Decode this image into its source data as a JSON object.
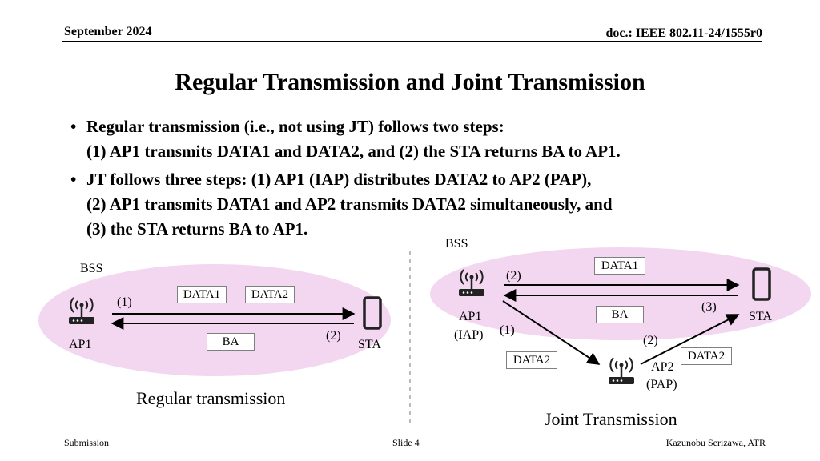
{
  "header": {
    "date": "September 2024",
    "doc": "doc.: IEEE 802.11-24/1555r0"
  },
  "title": "Regular Transmission and Joint Transmission",
  "bullets": [
    {
      "line1": "Regular transmission (i.e., not using JT) follows two steps:",
      "line2": "(1) AP1 transmits DATA1 and DATA2, and (2) the STA returns BA to AP1."
    },
    {
      "line1": "JT follows three steps: (1) AP1 (IAP) distributes DATA2 to AP2 (PAP),",
      "line2": "(2) AP1 transmits DATA1 and AP2 transmits DATA2 simultaneously, and",
      "line3": "(3) the STA returns BA to AP1."
    }
  ],
  "left_diagram": {
    "bss": "BSS",
    "data1": "DATA1",
    "data2": "DATA2",
    "ba": "BA",
    "step1": "(1)",
    "step2": "(2)",
    "ap": "AP1",
    "sta": "STA",
    "caption": "Regular transmission"
  },
  "right_diagram": {
    "bss": "BSS",
    "data1": "DATA1",
    "ba": "BA",
    "data2_a": "DATA2",
    "data2_b": "DATA2",
    "step2_top": "(2)",
    "step3": "(3)",
    "step1": "(1)",
    "step2_bottom": "(2)",
    "ap1": "AP1",
    "iap": "(IAP)",
    "sta": "STA",
    "ap2": "AP2",
    "pap": "(PAP)",
    "caption": "Joint Transmission"
  },
  "footer": {
    "left": "Submission",
    "center": "Slide 4",
    "right": "Kazunobu Serizawa, ATR"
  },
  "colors": {
    "bss_fill": "#f3d6f0",
    "divider": "#a6a6a6",
    "box_border": "#7f7f7f"
  }
}
